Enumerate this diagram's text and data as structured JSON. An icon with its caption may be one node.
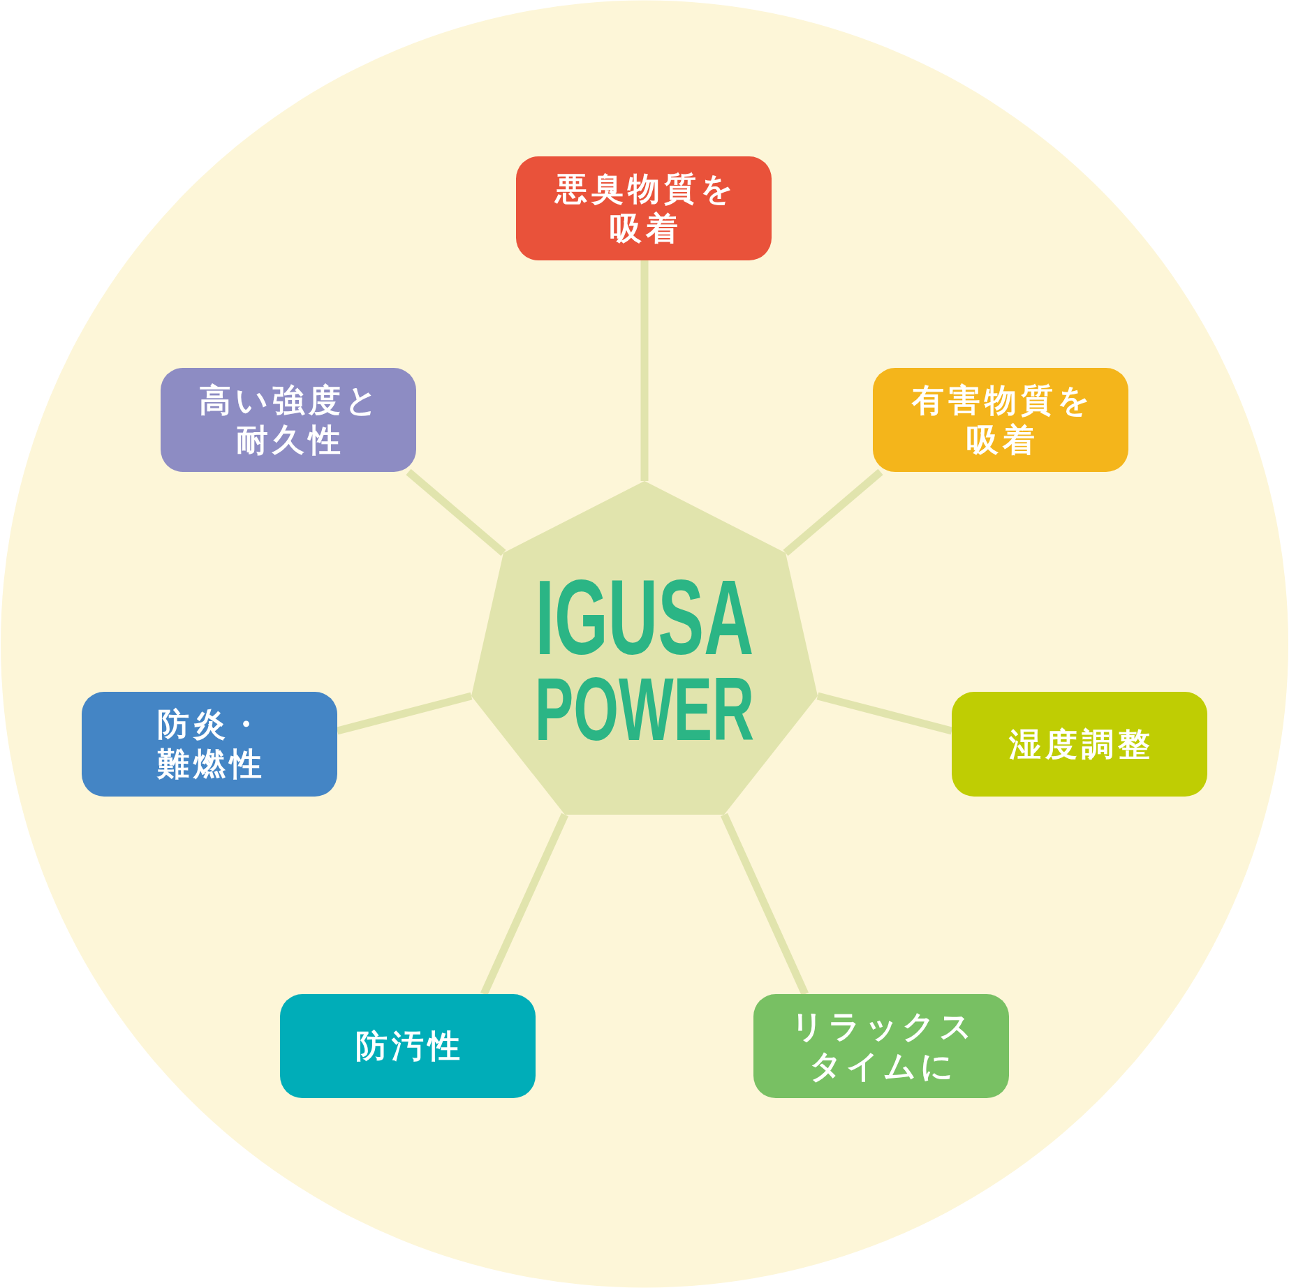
{
  "diagram": {
    "nodes": [
      {
        "text": [
          "悪臭物質を吸着"
        ]
      },
      {
        "text": [
          "高い強度と耐久性"
        ]
      },
      {
        "text": [
          "有害物質を吸着"
        ]
      },
      {
        "text": [
          "IGUSA POWER"
        ]
      },
      {
        "text": [
          "防炎・難燃性"
        ]
      },
      {
        "text": [
          "湿度調整"
        ]
      },
      {
        "text": [
          "防汚性"
        ]
      },
      {
        "text": [
          "リラックスタイムに"
        ]
      }
    ],
    "edges": [
      {
        "from": 3,
        "to": 0,
        "arrow": "none"
      },
      {
        "from": 3,
        "to": 1,
        "arrow": "none"
      },
      {
        "from": 3,
        "to": 2,
        "arrow": "none"
      },
      {
        "from": 3,
        "to": 4,
        "arrow": "none"
      },
      {
        "from": 3,
        "to": 5,
        "arrow": "none"
      },
      {
        "from": 3,
        "to": 6,
        "arrow": "none"
      },
      {
        "from": 3,
        "to": 7,
        "arrow": "none"
      }
    ]
  }
}
